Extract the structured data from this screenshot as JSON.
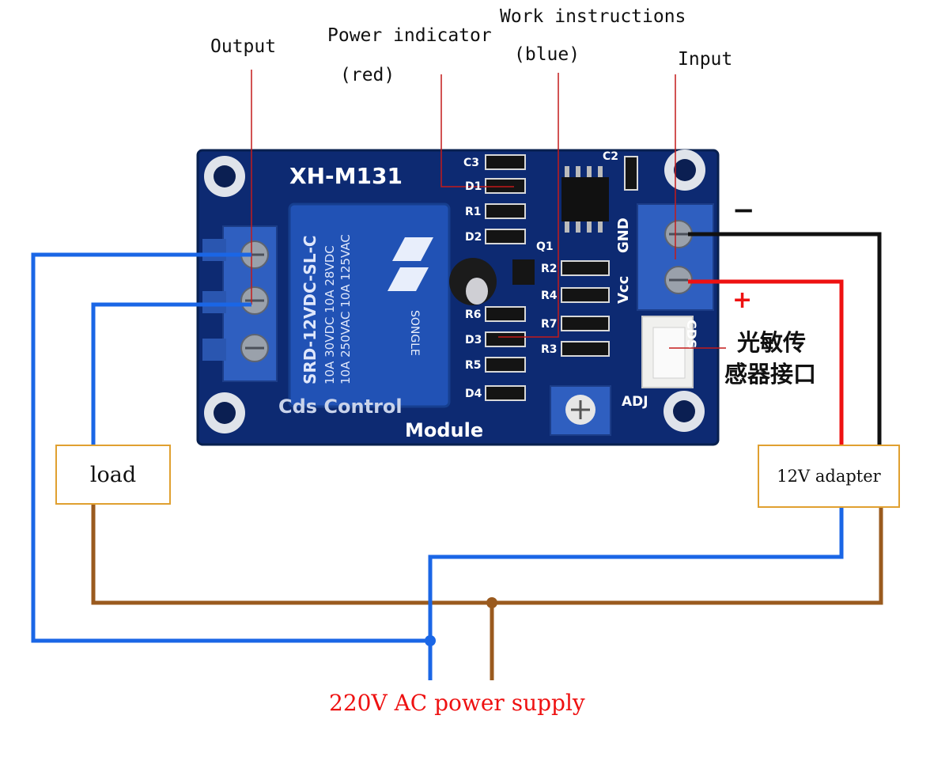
{
  "labels": {
    "output": "Output",
    "power_indicator_line1": "Power indicator",
    "power_indicator_line2": "(red)",
    "work_instructions_line1": "Work instructions",
    "work_instructions_line2": "(blue)",
    "input": "Input",
    "sensor_interface_line1": "光敏传",
    "sensor_interface_line2": "感器接口",
    "load": "load",
    "adapter": "12V adapter",
    "ac_supply": "220V AC power supply",
    "plus": "+",
    "minus": "−"
  },
  "board": {
    "model": "XH-M131",
    "subtitle": "Cds Control",
    "subtitle2": "Module",
    "relay_lines": [
      "SRD-12VDC-SL-C",
      "10A 30VDC  10A 28VDC",
      "10A 250VAC  10A 125VAC"
    ],
    "relay_brand": "SONGLE",
    "terminal_gnd": "GND",
    "terminal_vcc": "Vcc",
    "sensor_port": "CDS",
    "pot_label": "ADJ",
    "designators": [
      "C3",
      "D1",
      "R1",
      "D2",
      "Q1",
      "R2",
      "R4",
      "R7",
      "R3",
      "R6",
      "D3",
      "R5",
      "D4",
      "C2"
    ]
  },
  "colors": {
    "wire_blue": "#1a66e6",
    "wire_brown": "#9a5a1e",
    "wire_red": "#ee1111",
    "wire_black": "#111111",
    "leader_line": "#c41a1a",
    "board": "#0d2a72",
    "terminal": "#2f5fc0",
    "box_border": "#e0a030",
    "ac_text": "#ee1111"
  }
}
